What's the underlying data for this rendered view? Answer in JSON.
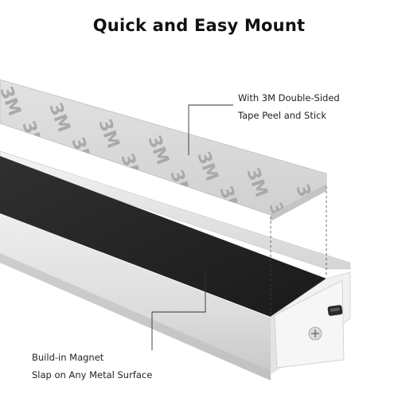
{
  "title": "Quick and Easy Mount",
  "callouts": {
    "tape": {
      "line1": "With 3M Double-Sided",
      "line2": "Tape Peel and Stick"
    },
    "magnet": {
      "line1": "Build-in Magnet",
      "line2": "Slap on Any Metal Surface"
    }
  },
  "tape_print": "3M",
  "colors": {
    "aluminum": "#e6e6e6",
    "magnet": "#262626",
    "tape": "#d6d6d6",
    "tape_print": "#a5a5a5"
  }
}
